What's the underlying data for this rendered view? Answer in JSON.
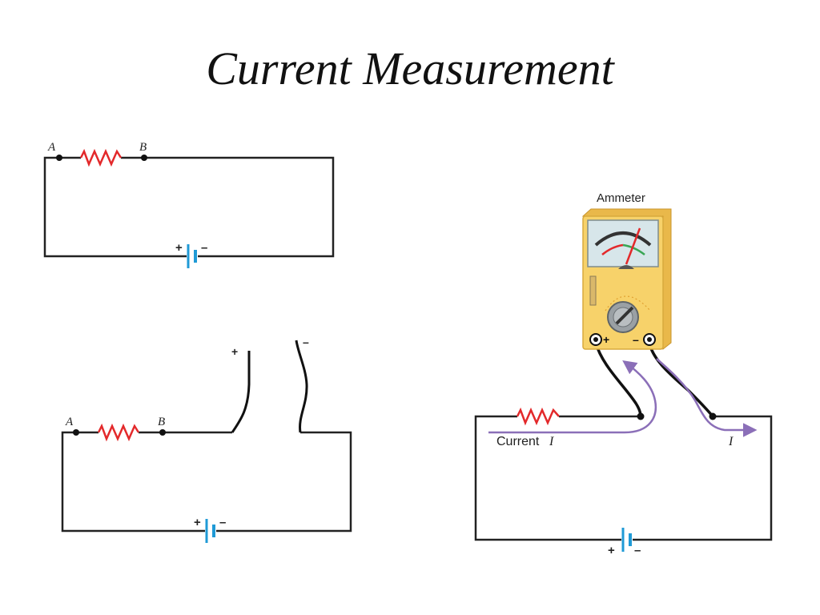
{
  "slide": {
    "title": "Current Measurement"
  },
  "colors": {
    "wire": "#222222",
    "resistor": "#e3292b",
    "battery": "#1f9ad6",
    "meter_body": "#f7d26a",
    "meter_face": "#d7e6ea",
    "arrow": "#8b6fb8"
  },
  "circuit_top": {
    "node_a": "A",
    "node_b": "B",
    "battery_plus": "+",
    "battery_minus": "–"
  },
  "circuit_open": {
    "node_a": "A",
    "node_b": "B",
    "lead_plus": "+",
    "lead_minus": "–",
    "battery_plus": "+",
    "battery_minus": "–"
  },
  "circuit_ammeter": {
    "meter_label": "Ammeter",
    "terminal_plus": "+",
    "terminal_minus": "–",
    "current_label": "Current",
    "current_symbol": "I",
    "current_out_symbol": "I",
    "battery_plus": "+",
    "battery_minus": "–"
  }
}
